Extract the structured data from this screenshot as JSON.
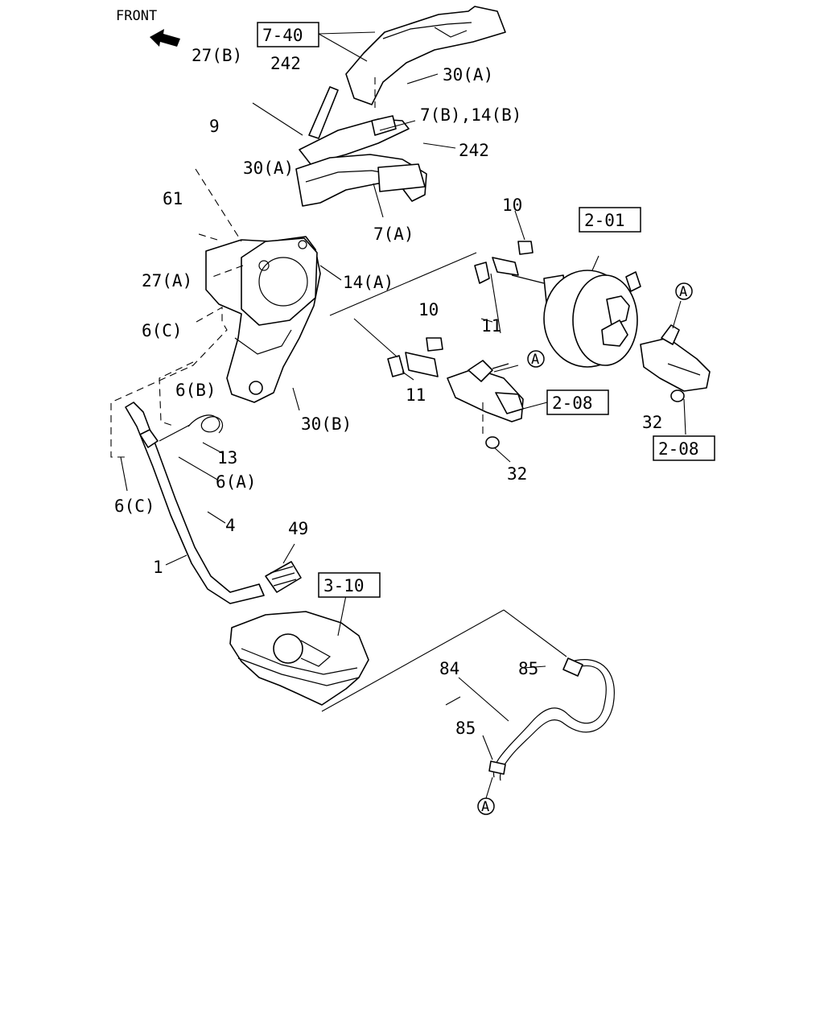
{
  "orientation": {
    "label": "FRONT",
    "icon": "front-arrow-icon"
  },
  "reference_boxes": {
    "r740": "7-40",
    "r201": "2-01",
    "r208a": "2-08",
    "r208b": "2-08",
    "r310": "3-10"
  },
  "callouts": {
    "c27b": "27(B)",
    "c242a": "242",
    "c30a_top": "30(A)",
    "c9": "9",
    "c7b14b": "7(B),14(B)",
    "c242b": "242",
    "c30a_mid": "30(A)",
    "c61": "61",
    "c7a": "7(A)",
    "c10a": "10",
    "c27a": "27(A)",
    "c14a": "14(A)",
    "c11a": "11",
    "c10b": "10",
    "c6c_top": "6(C)",
    "c11b": "11",
    "c6b": "6(B)",
    "c30b": "30(B)",
    "c32a": "32",
    "c13": "13",
    "c6a": "6(A)",
    "c6c_bot": "6(C)",
    "c32b": "32",
    "c4": "4",
    "c49": "49",
    "c1": "1",
    "c84": "84",
    "c85a": "85",
    "c85b": "85"
  },
  "connectors": {
    "a1": "A",
    "a2": "A",
    "a3": "A"
  }
}
